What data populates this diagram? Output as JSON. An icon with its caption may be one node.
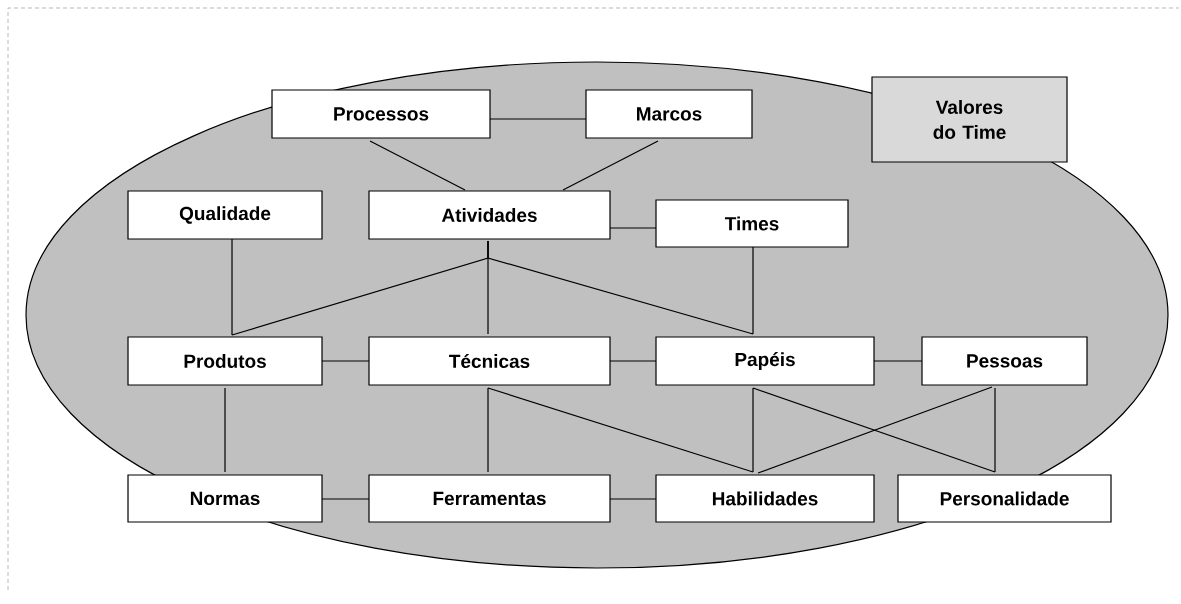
{
  "diagram": {
    "nodes": [
      {
        "text": [
          "Processos"
        ]
      },
      {
        "text": [
          "Marcos"
        ]
      },
      {
        "text": [
          "Valores do Time"
        ]
      },
      {
        "text": [
          "Qualidade"
        ]
      },
      {
        "text": [
          "Atividades"
        ]
      },
      {
        "text": [
          "Times"
        ]
      },
      {
        "text": [
          "Produtos"
        ]
      },
      {
        "text": [
          "Técnicas"
        ]
      },
      {
        "text": [
          "Papéis"
        ]
      },
      {
        "text": [
          "Pessoas"
        ]
      },
      {
        "text": [
          "Normas"
        ]
      },
      {
        "text": [
          "Ferramentas"
        ]
      },
      {
        "text": [
          "Habilidades"
        ]
      },
      {
        "text": [
          "Personalidade"
        ]
      }
    ],
    "edges": [
      {
        "from": 0,
        "to": 1,
        "arrow": "none"
      },
      {
        "from": 0,
        "to": 4,
        "arrow": "none"
      },
      {
        "from": 1,
        "to": 4,
        "arrow": "none"
      },
      {
        "from": 4,
        "to": 5,
        "arrow": "none"
      },
      {
        "from": 3,
        "to": 6,
        "arrow": "none"
      },
      {
        "from": 4,
        "to": 6,
        "arrow": "none"
      },
      {
        "from": 4,
        "to": 7,
        "arrow": "none"
      },
      {
        "from": 4,
        "to": 8,
        "arrow": "none"
      },
      {
        "from": 5,
        "to": 8,
        "arrow": "none"
      },
      {
        "from": 6,
        "to": 7,
        "arrow": "none"
      },
      {
        "from": 7,
        "to": 8,
        "arrow": "none"
      },
      {
        "from": 8,
        "to": 9,
        "arrow": "none"
      },
      {
        "from": 6,
        "to": 10,
        "arrow": "none"
      },
      {
        "from": 10,
        "to": 11,
        "arrow": "none"
      },
      {
        "from": 11,
        "to": 12,
        "arrow": "none"
      },
      {
        "from": 7,
        "to": 11,
        "arrow": "none"
      },
      {
        "from": 7,
        "to": 12,
        "arrow": "none"
      },
      {
        "from": 8,
        "to": 12,
        "arrow": "none"
      },
      {
        "from": 8,
        "to": 13,
        "arrow": "none"
      },
      {
        "from": 9,
        "to": 12,
        "arrow": "none"
      },
      {
        "from": 9,
        "to": 13,
        "arrow": "none"
      }
    ]
  }
}
